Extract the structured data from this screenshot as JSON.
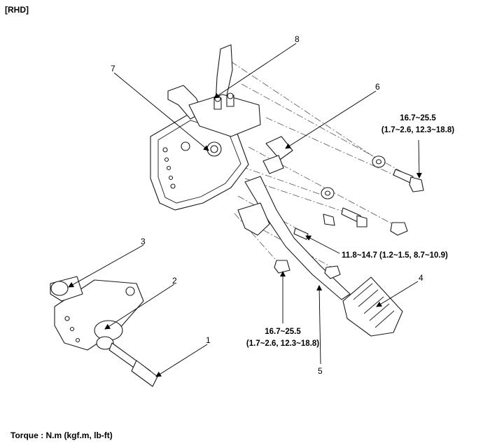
{
  "header": {
    "label": "[RHD]"
  },
  "callouts": {
    "c1": "1",
    "c2": "2",
    "c3": "3",
    "c4": "4",
    "c5": "5",
    "c6": "6",
    "c7": "7",
    "c8": "8"
  },
  "torque_specs": {
    "upper_right": {
      "nm": "16.7~25.5",
      "alt": "(1.7~2.6, 12.3~18.8)"
    },
    "middle": {
      "text": "11.8~14.7 (1.2~1.5, 8.7~10.9)"
    },
    "lower": {
      "nm": "16.7~25.5",
      "alt": "(1.7~2.6, 12.3~18.8)"
    }
  },
  "footer": {
    "torque_units": "Torque : N.m (kgf.m, lb-ft)"
  }
}
